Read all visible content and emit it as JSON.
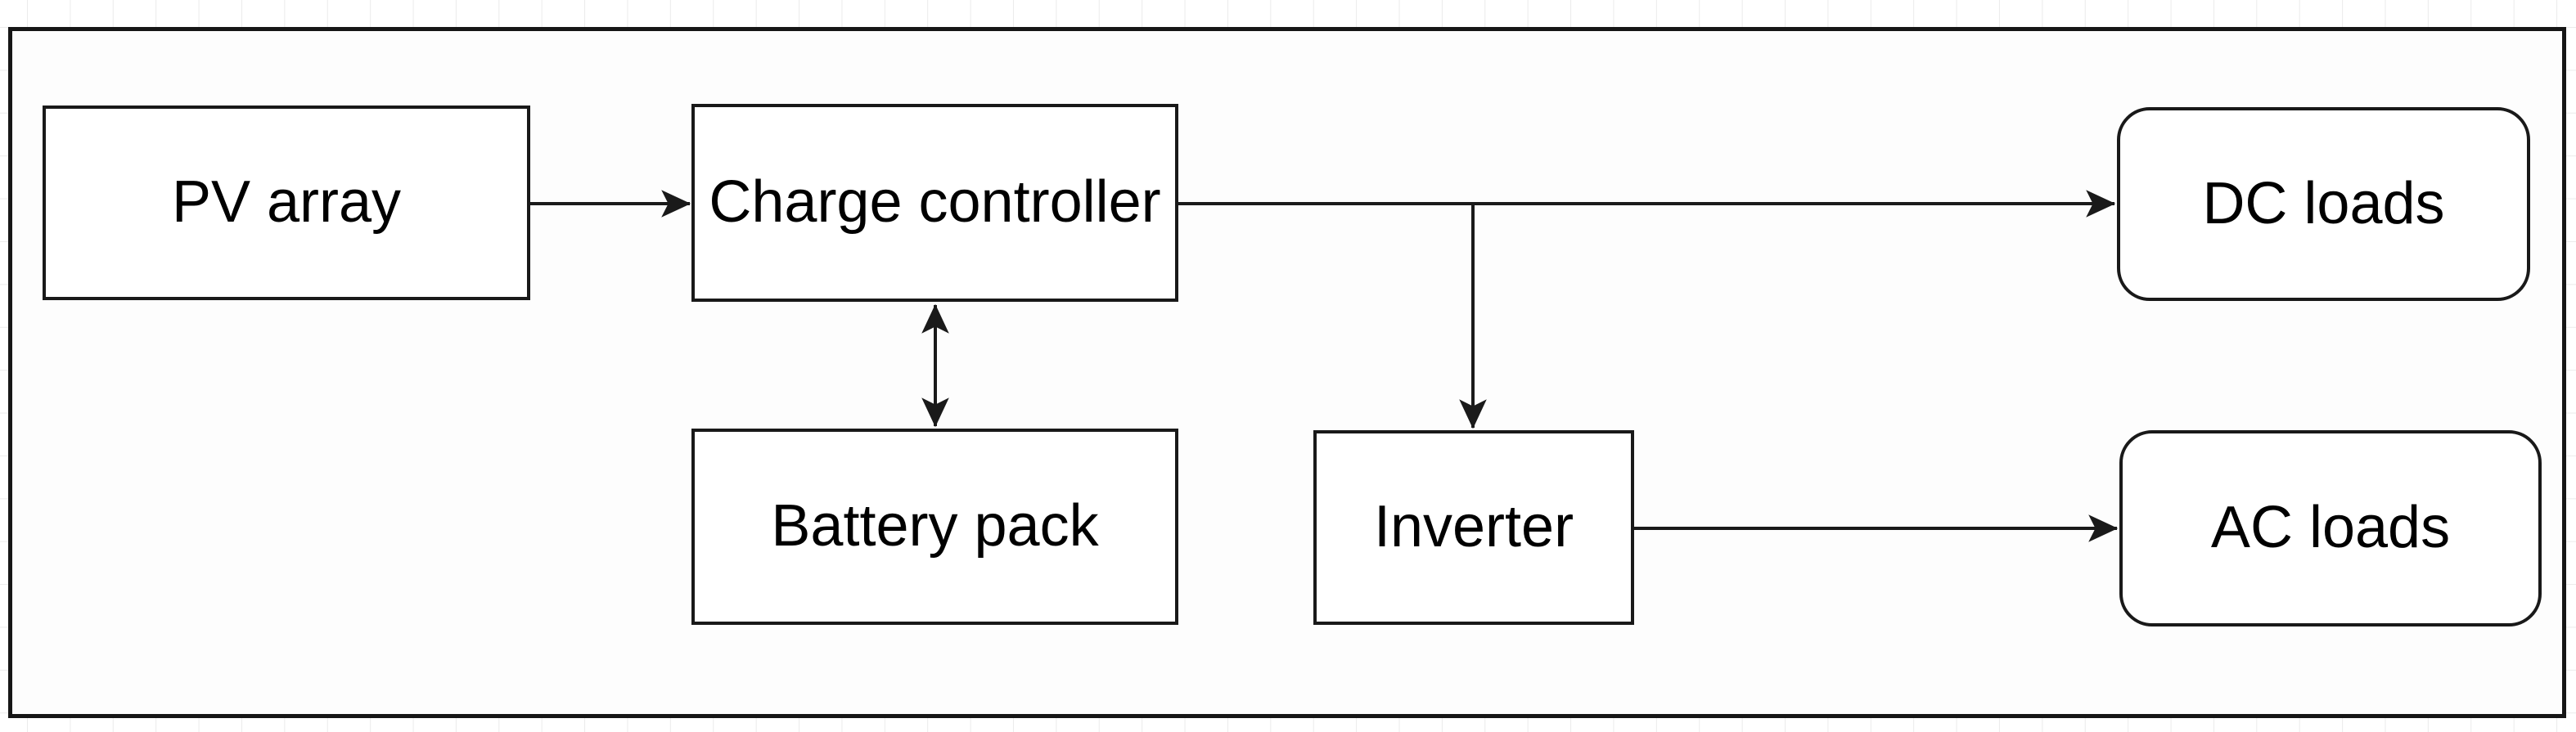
{
  "diagram": {
    "nodes": {
      "pv_array": {
        "label": "PV array",
        "shape": "rectangle"
      },
      "charge_controller": {
        "label": "Charge controller",
        "shape": "rectangle"
      },
      "battery_pack": {
        "label": "Battery pack",
        "shape": "rectangle"
      },
      "inverter": {
        "label": "Inverter",
        "shape": "rectangle"
      },
      "dc_loads": {
        "label": "DC loads",
        "shape": "rounded-rectangle"
      },
      "ac_loads": {
        "label": "AC loads",
        "shape": "rounded-rectangle"
      }
    },
    "edges": [
      {
        "from": "PV array",
        "to": "Charge controller",
        "arrows": "forward"
      },
      {
        "from": "Charge controller",
        "to": "Battery pack",
        "arrows": "both"
      },
      {
        "from": "Charge controller",
        "to": "DC loads",
        "arrows": "forward"
      },
      {
        "from": "Charge controller",
        "to": "Inverter",
        "arrows": "forward"
      },
      {
        "from": "Inverter",
        "to": "AC loads",
        "arrows": "forward"
      }
    ],
    "colors": {
      "stroke": "#1a1a1a",
      "node_fill": "#ffffff",
      "text": "#000000",
      "canvas_fill": "#fdfdfd",
      "grid_line": "#ebebeb"
    }
  }
}
